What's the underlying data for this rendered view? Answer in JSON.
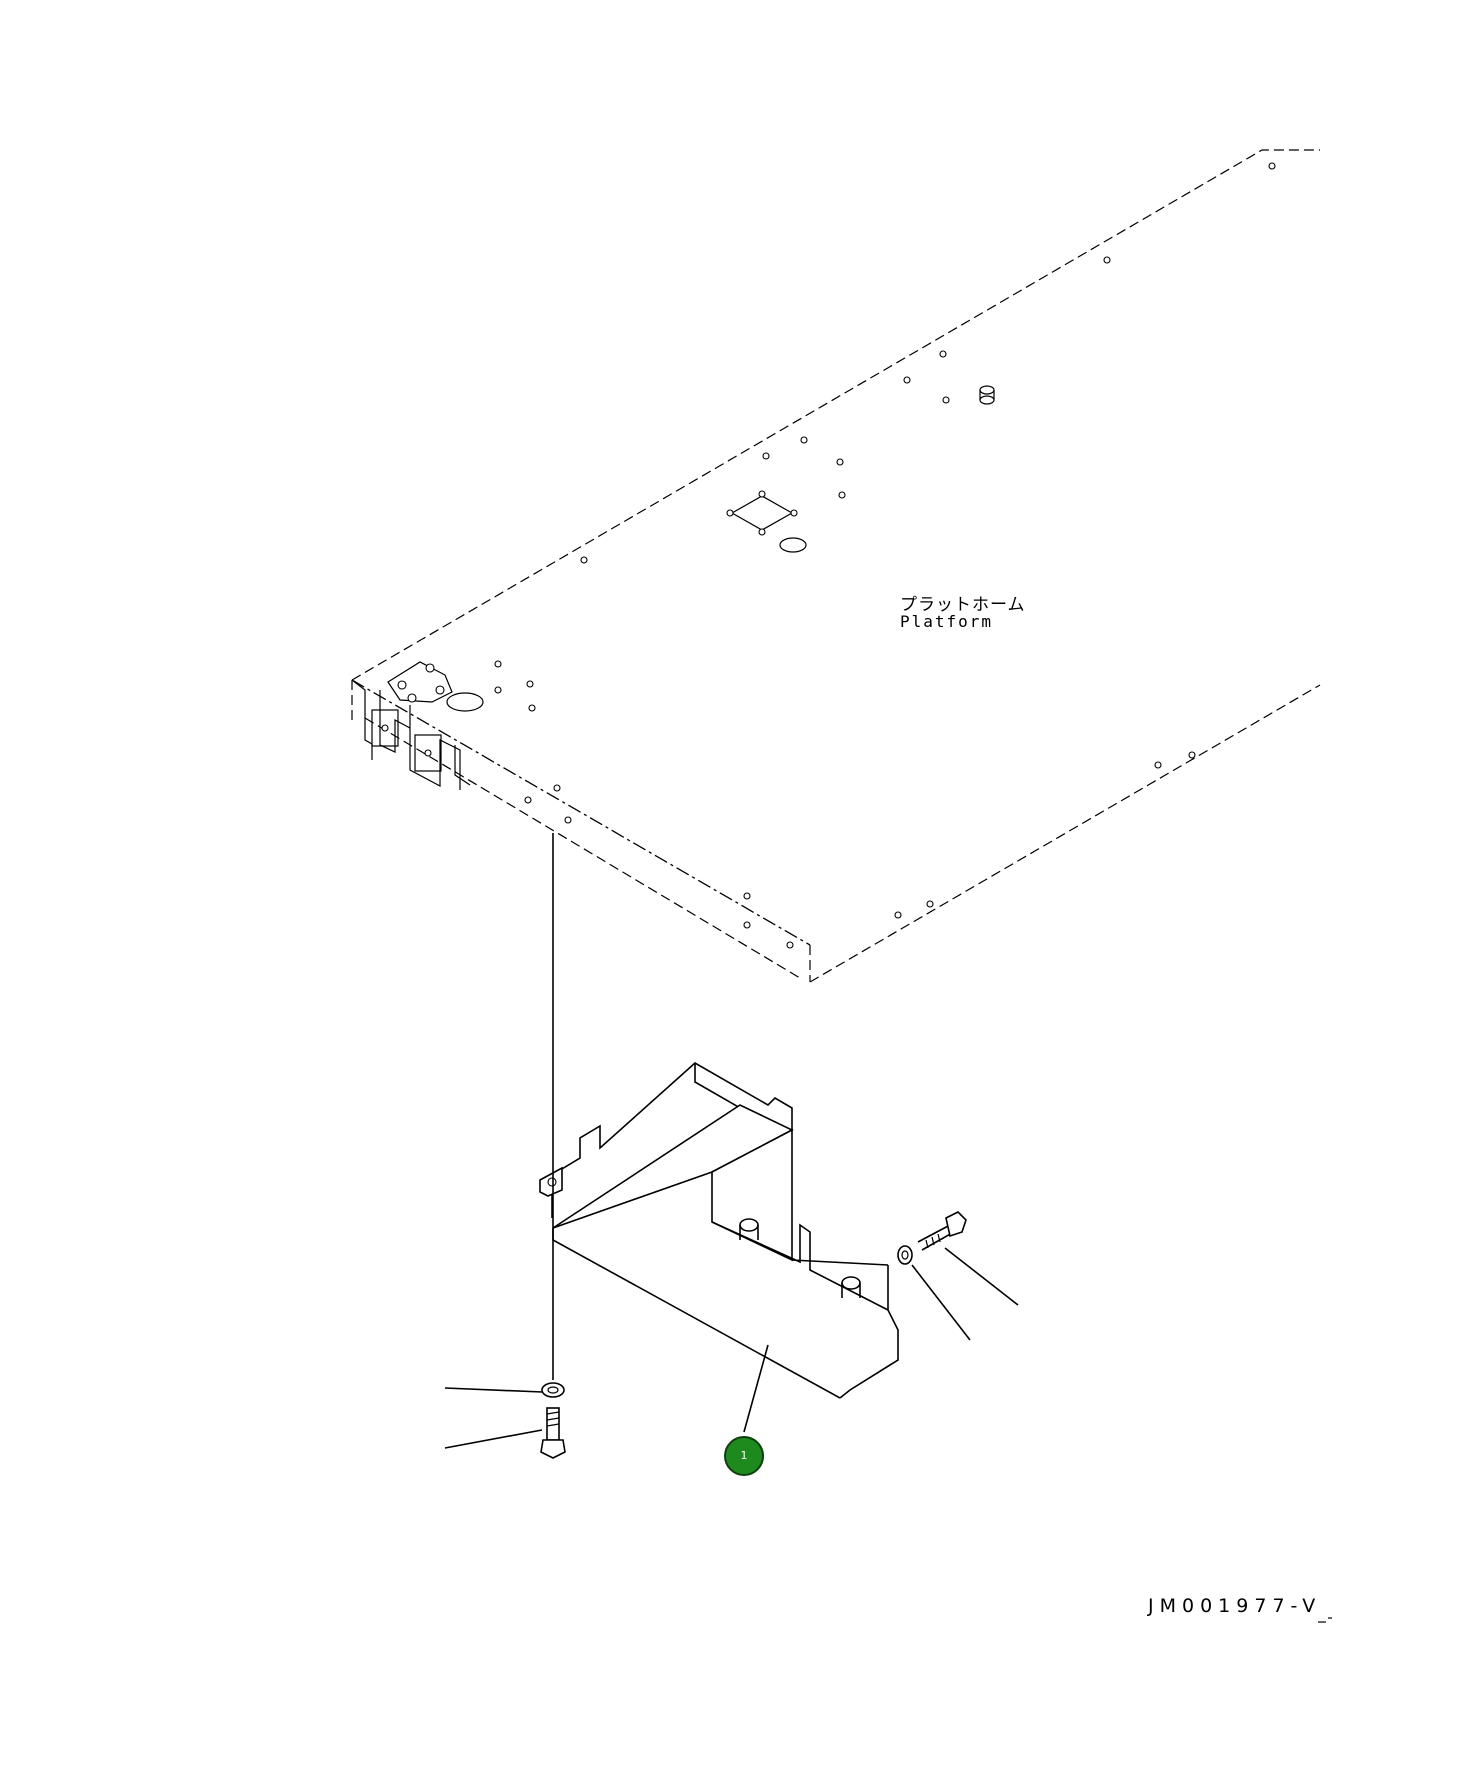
{
  "labels": {
    "platform_jp": "プラットホーム",
    "platform_en": "Platform"
  },
  "callouts": [
    {
      "number": "1"
    }
  ],
  "document_id": "JM001977-V",
  "colors": {
    "callout_fill": "#1e8a1e",
    "callout_border": "#0f3f0f",
    "line": "#000000",
    "background": "#ffffff"
  }
}
